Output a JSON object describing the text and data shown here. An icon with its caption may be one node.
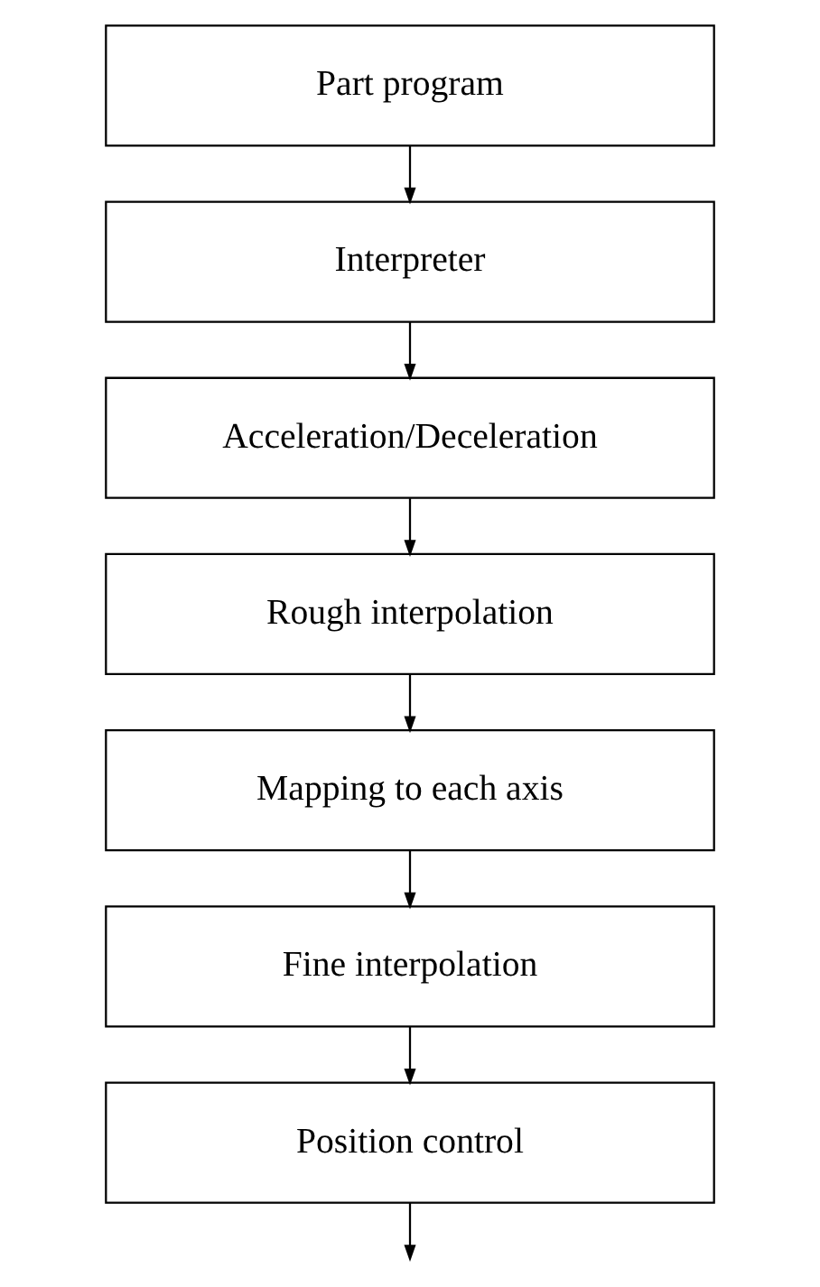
{
  "diagram": {
    "nodes": [
      {
        "text": [
          "Part program"
        ]
      },
      {
        "text": [
          "Interpreter"
        ]
      },
      {
        "text": [
          "Acceleration/Deceleration"
        ]
      },
      {
        "text": [
          "Rough interpolation"
        ]
      },
      {
        "text": [
          "Mapping to each axis"
        ]
      },
      {
        "text": [
          "Fine interpolation"
        ]
      },
      {
        "text": [
          "Position control"
        ]
      }
    ],
    "edges": [
      {
        "from": 0,
        "to": 1,
        "arrow": "to"
      },
      {
        "from": 1,
        "to": 2,
        "arrow": "to"
      },
      {
        "from": 2,
        "to": 3,
        "arrow": "to"
      },
      {
        "from": 3,
        "to": 4,
        "arrow": "to"
      },
      {
        "from": 4,
        "to": 5,
        "arrow": "to"
      },
      {
        "from": 5,
        "to": 6,
        "arrow": "to"
      },
      {
        "from": 6,
        "to": null,
        "arrow": "to"
      }
    ]
  }
}
